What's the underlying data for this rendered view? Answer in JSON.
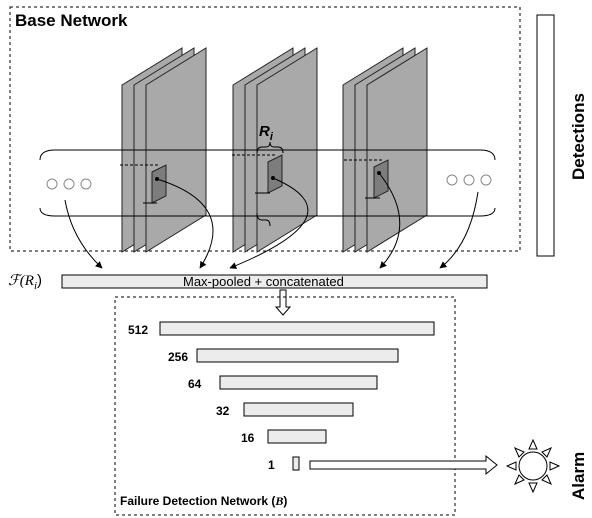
{
  "base_network": {
    "title": "Base Network"
  },
  "detections": {
    "label": "Detections"
  },
  "region": {
    "label": "R",
    "subscript": "i"
  },
  "feature": {
    "label_prefix": "ℱ(R",
    "label_sub": "i",
    "label_suffix": ")",
    "bar_label": "Max-pooled + concatenated"
  },
  "failure_network": {
    "title": "Failure Detection Network (",
    "symbol": "B",
    "title_end": ")",
    "layers": [
      "512",
      "256",
      "64",
      "32",
      "16",
      "1"
    ]
  },
  "alarm": {
    "label": "Alarm"
  },
  "colors": {
    "plane": "#a9a9a9",
    "plane_stroke": "#222222",
    "bar_fill": "#ececec",
    "roi_fill": "#7d7d7d"
  }
}
